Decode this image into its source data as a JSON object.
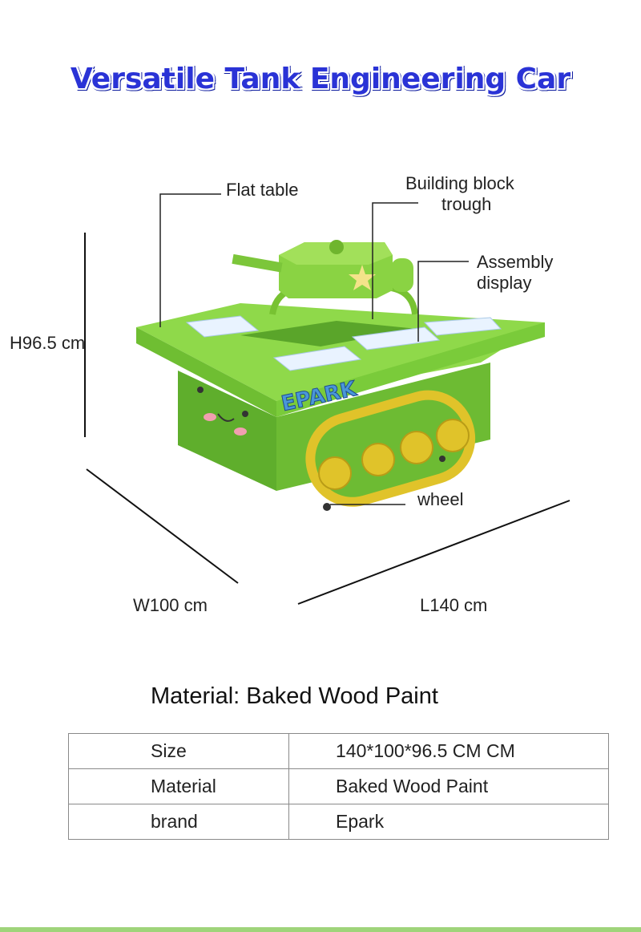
{
  "title": "Versatile Tank Engineering Car",
  "callouts": {
    "flat_table": "Flat table",
    "building_block_line1": "Building block",
    "building_block_line2": "trough",
    "assembly_line1": "Assembly",
    "assembly_line2": "display",
    "wheel": "wheel"
  },
  "dimensions": {
    "height": "H96.5 cm",
    "width": "W100 cm",
    "length": "L140 cm"
  },
  "brand_logo_text": "EPARK",
  "material_heading": "Material: Baked Wood Paint",
  "spec_table": [
    {
      "key": "Size",
      "value": "140*100*96.5 CM CM"
    },
    {
      "key": "Material",
      "value": "Baked Wood Paint"
    },
    {
      "key": "brand",
      "value": "Epark"
    }
  ],
  "colors": {
    "title_blue": "#2a33d6",
    "tank_green": "#7cc63a",
    "tank_dark_green": "#4f9a24",
    "track_yellow": "#e0c32a"
  }
}
